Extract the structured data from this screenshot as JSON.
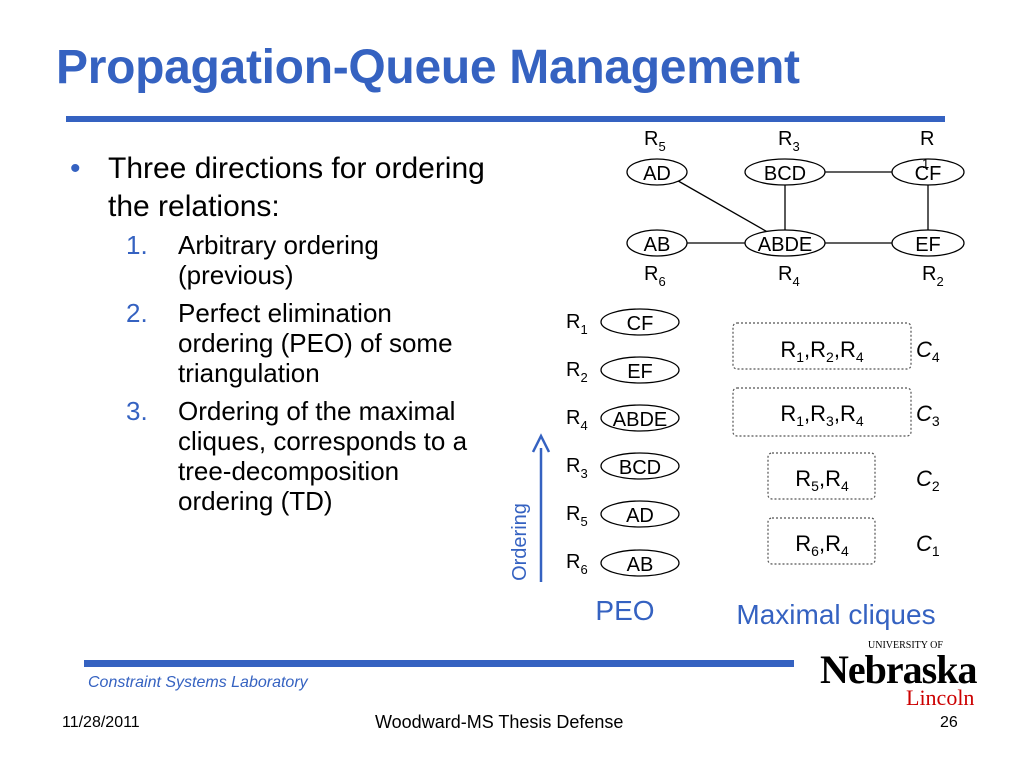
{
  "slide": {
    "title": "Propagation-Queue Management",
    "bullet": "Three directions for ordering the relations:",
    "sub_items": [
      {
        "num": "1.",
        "text": "Arbitrary ordering (previous)"
      },
      {
        "num": "2.",
        "text": "Perfect elimination ordering (PEO) of some triangulation"
      },
      {
        "num": "3.",
        "text": "Ordering of the maximal cliques, corresponds to a tree-decomposition ordering (TD)"
      }
    ]
  },
  "graph": {
    "nodes": [
      {
        "label": "AD",
        "relation": "R",
        "sub": "5"
      },
      {
        "label": "BCD",
        "relation": "R",
        "sub": "3"
      },
      {
        "label": "CF",
        "relation": "R",
        "sub": "1"
      },
      {
        "label": "AB",
        "relation": "R",
        "sub": "6"
      },
      {
        "label": "ABDE",
        "relation": "R",
        "sub": "4"
      },
      {
        "label": "EF",
        "relation": "R",
        "sub": "2"
      }
    ]
  },
  "peo": {
    "items": [
      {
        "relation": "R",
        "sub": "1",
        "label": "CF"
      },
      {
        "relation": "R",
        "sub": "2",
        "label": "EF"
      },
      {
        "relation": "R",
        "sub": "4",
        "label": "ABDE"
      },
      {
        "relation": "R",
        "sub": "3",
        "label": "BCD"
      },
      {
        "relation": "R",
        "sub": "5",
        "label": "AD"
      },
      {
        "relation": "R",
        "sub": "6",
        "label": "AB"
      }
    ],
    "axis_label": "Ordering",
    "caption": "PEO"
  },
  "cliques": {
    "items": [
      {
        "parts": [
          {
            "r": "R",
            "s": "1"
          },
          {
            "r": "R",
            "s": "2"
          },
          {
            "r": "R",
            "s": "4"
          }
        ],
        "name": "C",
        "sub": "4"
      },
      {
        "parts": [
          {
            "r": "R",
            "s": "1"
          },
          {
            "r": "R",
            "s": "3"
          },
          {
            "r": "R",
            "s": "4"
          }
        ],
        "name": "C",
        "sub": "3"
      },
      {
        "parts": [
          {
            "r": "R",
            "s": "5"
          },
          {
            "r": "R",
            "s": "4"
          }
        ],
        "name": "C",
        "sub": "2"
      },
      {
        "parts": [
          {
            "r": "R",
            "s": "6"
          },
          {
            "r": "R",
            "s": "4"
          }
        ],
        "name": "C",
        "sub": "1"
      }
    ],
    "caption": "Maximal cliques"
  },
  "footer": {
    "lab": "Constraint Systems Laboratory",
    "date": "11/28/2011",
    "center": "Woodward-MS Thesis Defense",
    "page": "26"
  },
  "logo": {
    "top_text": "UNIVERSITY OF",
    "main_text": "Nebraska",
    "sub_text": "Lincoln"
  },
  "colors": {
    "accent": "#3562c1",
    "logo_red": "#cc0000"
  }
}
